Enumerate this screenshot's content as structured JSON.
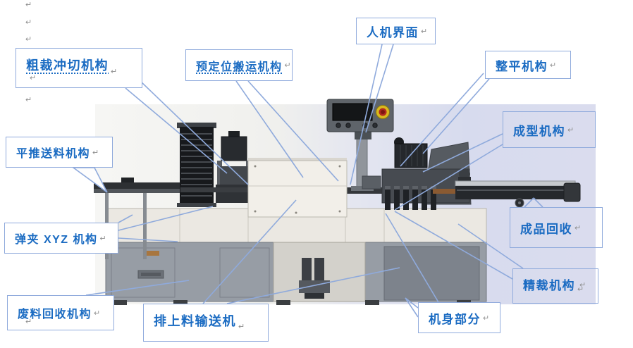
{
  "page": {
    "background": "#ffffff"
  },
  "colors": {
    "page_bg": "#ffffff",
    "label_text": "#1a6bc2",
    "label_border": "#8faadc",
    "leader_line": "#8faadc",
    "image_bg_left": "#f4f4f2",
    "image_bg_right": "#d7dbee",
    "machine_dark": "#26292d",
    "machine_gray": "#979da5",
    "machine_light": "#ebe8e2",
    "estop_red": "#b02a1f",
    "estop_yellow": "#d9b91e"
  },
  "formatting_marks": {
    "pilcrow": "↵"
  },
  "callouts": [
    {
      "id": "rough-cut-punch",
      "text": "粗裁冲切机构",
      "underlined": true
    },
    {
      "id": "pre-position-transfer",
      "text": "预定位搬运机构",
      "underlined": true
    },
    {
      "id": "hmi",
      "text": "人机界面",
      "underlined": false
    },
    {
      "id": "leveling",
      "text": "整平机构",
      "underlined": false
    },
    {
      "id": "forming",
      "text": "成型机构",
      "underlined": false
    },
    {
      "id": "finished-product-recycle",
      "text": "成品回收",
      "underlined": false
    },
    {
      "id": "fine-cut",
      "text": "精裁机构",
      "underlined": false
    },
    {
      "id": "machine-body",
      "text": "机身部分",
      "underlined": false
    },
    {
      "id": "row-feeding-conveyor",
      "text": "排上料输送机",
      "underlined": false
    },
    {
      "id": "waste-recycle",
      "text": "废料回收机构",
      "underlined": false
    },
    {
      "id": "clip-xyz",
      "text": "弹夹 XYZ 机构",
      "underlined": false
    },
    {
      "id": "flat-push-feeder",
      "text": "平推送料机构",
      "underlined": false
    }
  ]
}
